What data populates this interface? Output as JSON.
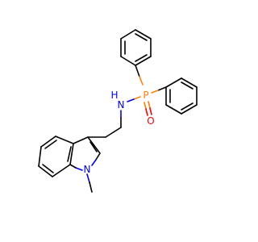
{
  "atoms": {
    "nh": "N",
    "nh_h": "H",
    "p": "P",
    "o": "O",
    "n_ring": "N"
  },
  "colors": {
    "nitrogen": "#0000ff",
    "phosphorus": "#ff8000",
    "oxygen": "#ff0000",
    "carbon": "#000000",
    "background": "#ffffff"
  }
}
